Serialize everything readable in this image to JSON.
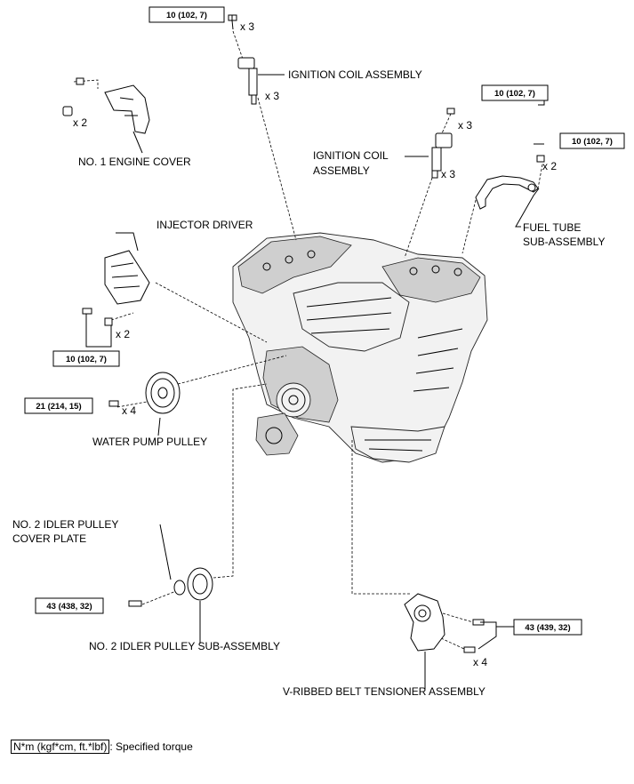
{
  "torques": {
    "t1": "10 (102, 7)",
    "t2": "10 (102, 7)",
    "t3": "10 (102, 7)",
    "t4": "10 (102, 7)",
    "t5": "21 (214, 15)",
    "t6": "43 (438, 32)",
    "t7": "43 (439, 32)"
  },
  "quantities": {
    "q_coil_bolt_top": "x 3",
    "q_coil_top": "x 3",
    "q_cover_nut": "x 2",
    "q_coil_right_bolt": "x 3",
    "q_coil_right": "x 3",
    "q_fuel_tube": "x 2",
    "q_injector": "x 2",
    "q_water_pump": "x 4",
    "q_tensioner": "x 4"
  },
  "labels": {
    "ignition_coil_top": "IGNITION COIL ASSEMBLY",
    "ignition_coil_right_1": "IGNITION COIL",
    "ignition_coil_right_2": "ASSEMBLY",
    "engine_cover": "NO. 1 ENGINE COVER",
    "fuel_tube_1": "FUEL TUBE",
    "fuel_tube_2": "SUB-ASSEMBLY",
    "injector_driver": "INJECTOR DRIVER",
    "water_pump_pulley": "WATER PUMP PULLEY",
    "idler_cover_1": "NO. 2 IDLER PULLEY",
    "idler_cover_2": "COVER PLATE",
    "idler_pulley": "NO. 2 IDLER PULLEY SUB-ASSEMBLY",
    "tensioner": "V-RIBBED BELT TENSIONER ASSEMBLY"
  },
  "legend": {
    "box_text": "N*m (kgf*cm, ft.*lbf)",
    "desc": ": Specified torque"
  }
}
